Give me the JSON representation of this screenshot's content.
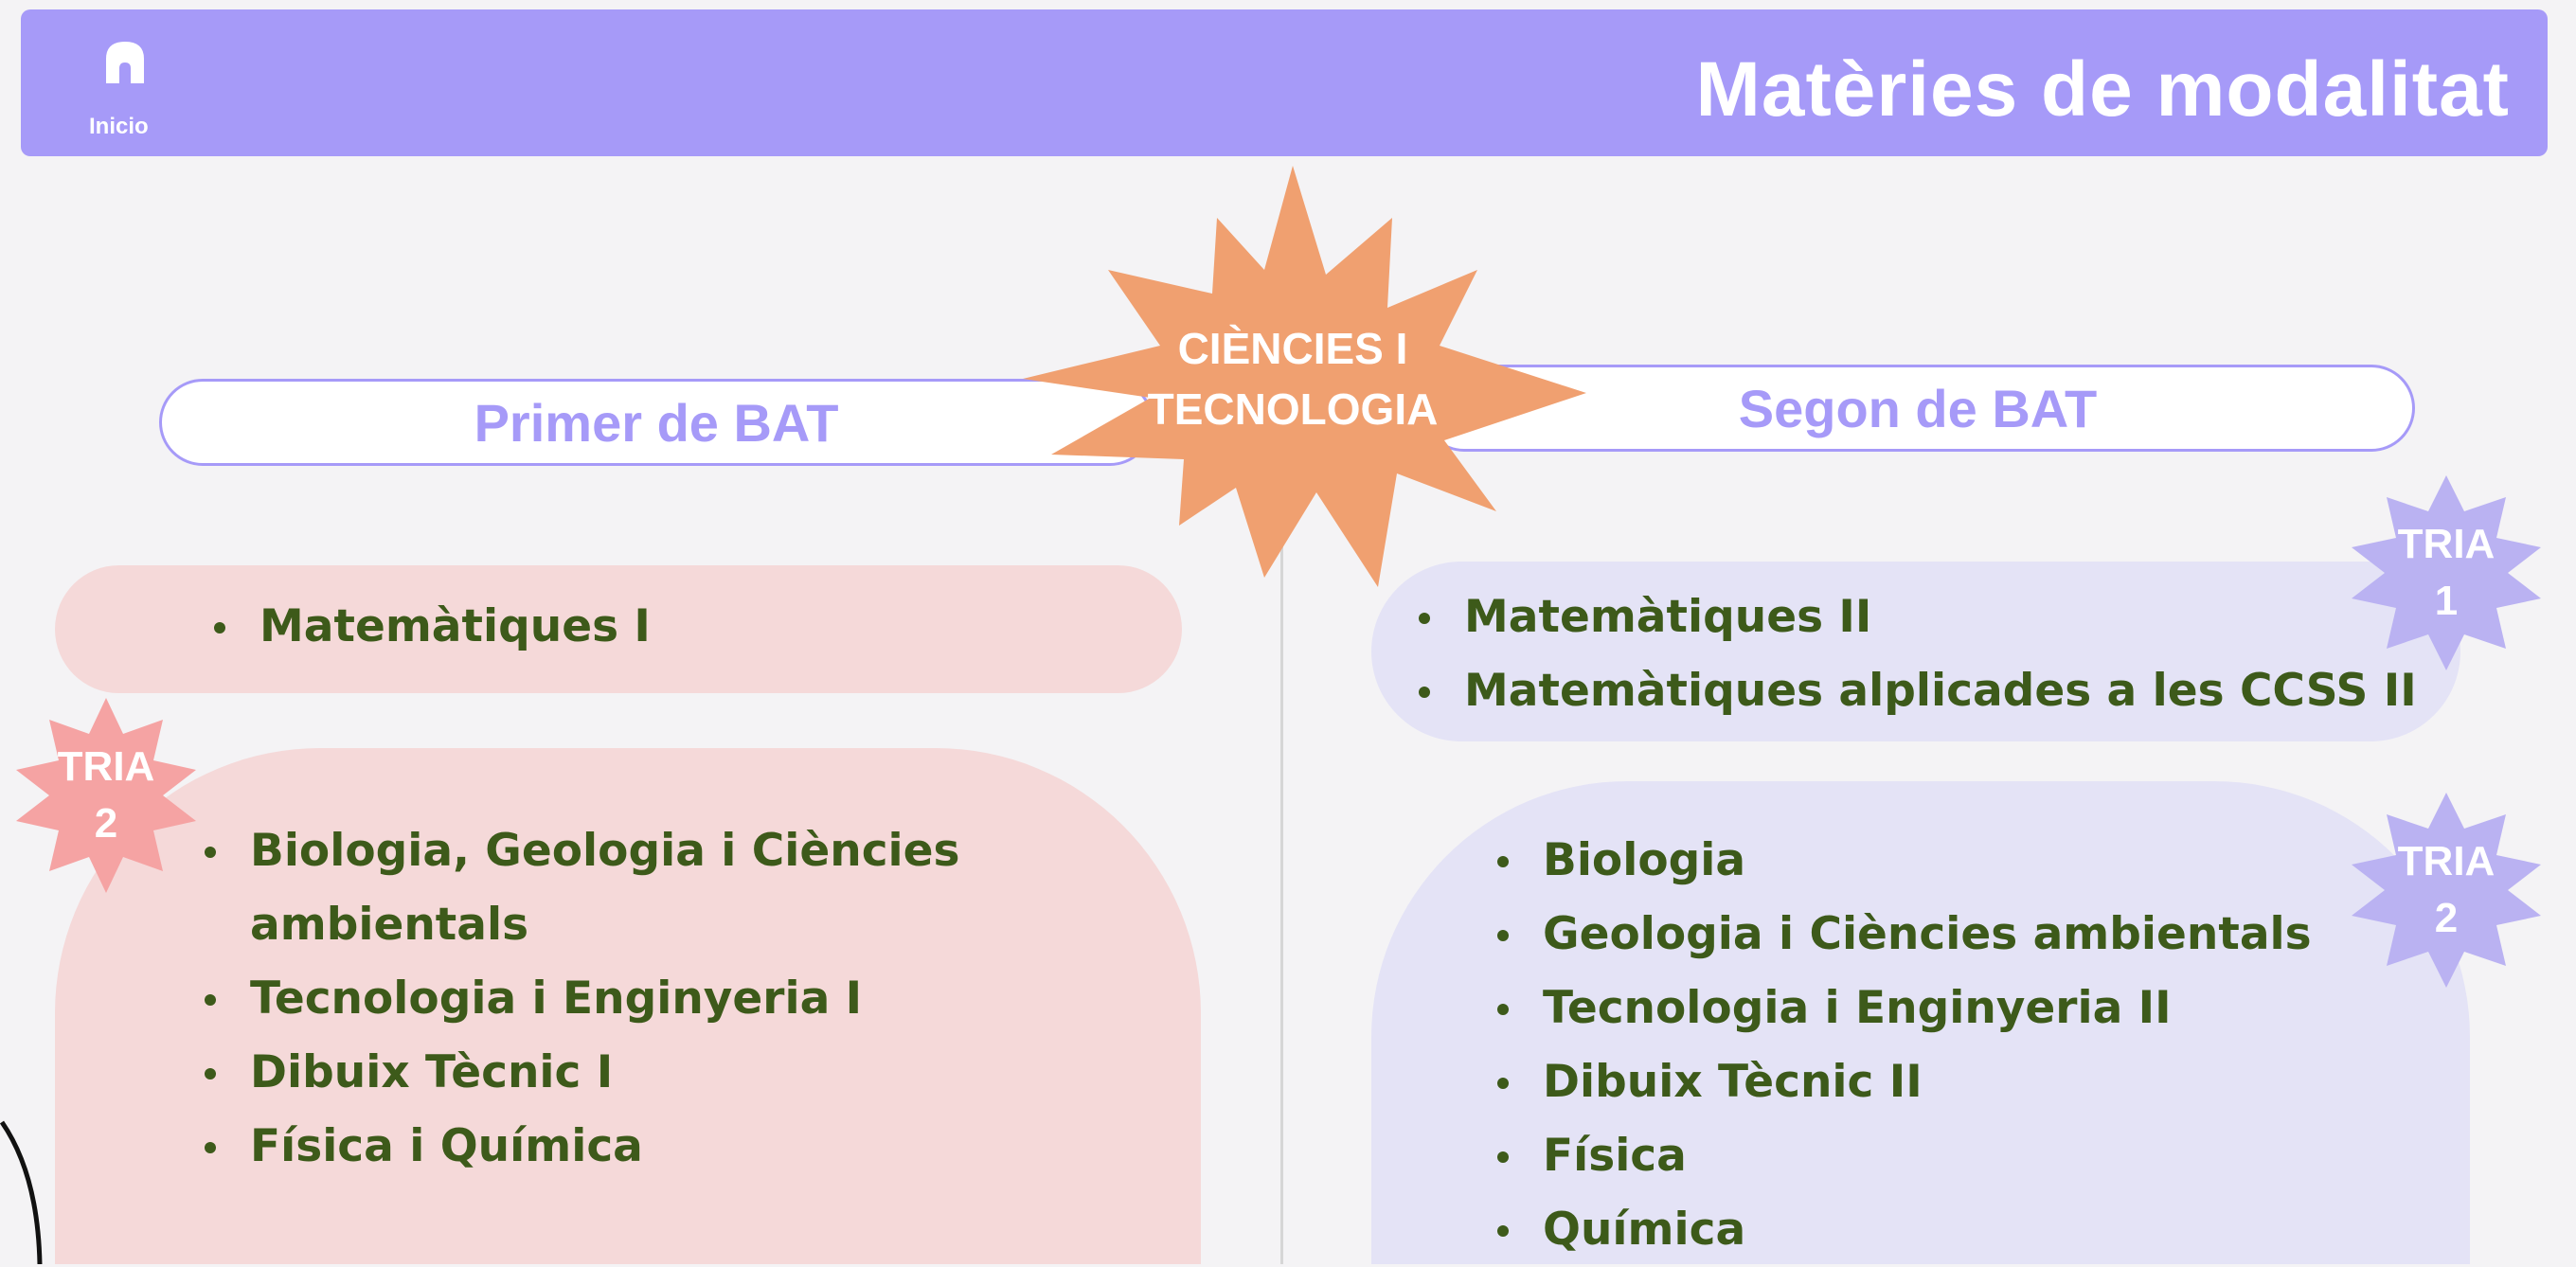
{
  "header": {
    "title": "Matèries de modalitat",
    "home_label": "Inicio"
  },
  "center_burst": {
    "line1": "CIÈNCIES I",
    "line2": "TECNOLOGIA"
  },
  "first_year": {
    "title": "Primer de BAT",
    "core": [
      "Matemàtiques I"
    ],
    "choice_badge": {
      "line1": "TRIA",
      "line2": "2"
    },
    "options": [
      {
        "line1": "Biologia, Geologia i Ciències",
        "line2": "ambientals"
      },
      {
        "line1": "Tecnologia i Enginyeria I"
      },
      {
        "line1": "Dibuix Tècnic I"
      },
      {
        "line1": "Física i Química"
      }
    ]
  },
  "second_year": {
    "title": "Segon de BAT",
    "core_badge": {
      "line1": "TRIA",
      "line2": "1"
    },
    "core": [
      "Matemàtiques II",
      "Matemàtiques alplicades a les CCSS II"
    ],
    "choice_badge": {
      "line1": "TRIA",
      "line2": "2"
    },
    "options": [
      "Biologia",
      "Geologia i Ciències ambientals",
      "Tecnologia i Enginyeria II",
      "Dibuix Tècnic II",
      "Física",
      "Química"
    ]
  },
  "colors": {
    "accent": "#a69af8",
    "burst": "#f0a070",
    "pink_panel": "#f5d9d9",
    "pink_badge": "#f5a3a3",
    "lavender_panel": "#e4e3f6",
    "lavender_badge": "#bab2f2",
    "text_green": "#3d5a1a"
  },
  "icons": [
    "home-icon"
  ]
}
